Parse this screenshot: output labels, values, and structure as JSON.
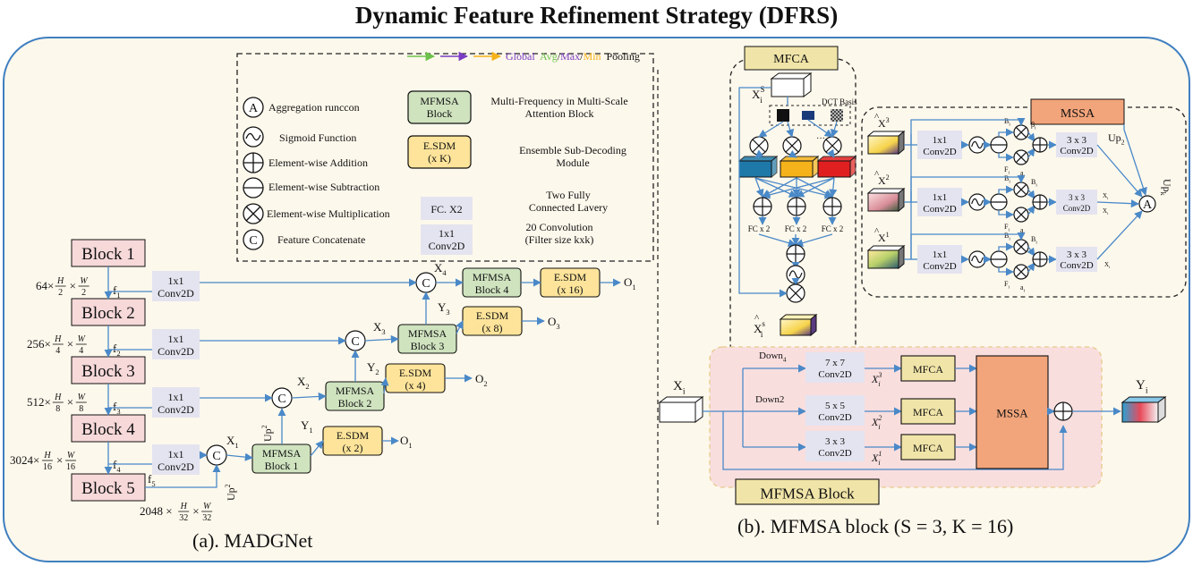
{
  "title": "Dynamic Feature Refinement Strategy (DFRS)",
  "captions": {
    "left": "(a). MADGNet",
    "right": "(b). MFMSA block (S = 3, K = 16)"
  },
  "legend": {
    "pooling": {
      "prefix": "Global",
      "avg": "Avg",
      "max": "Max",
      "min": "Min",
      "suffix": "Pooling",
      "sep": "/"
    },
    "symbols": [
      {
        "glyph": "A",
        "label": "Aggregation runccon"
      },
      {
        "glyph": "~",
        "label": "Sigmoid Function"
      },
      {
        "glyph": "+",
        "label": "Element-wise Addition"
      },
      {
        "glyph": "-",
        "label": "Element-wise Subtraction"
      },
      {
        "glyph": "x",
        "label": "Element-wise Multiplication"
      },
      {
        "glyph": "C",
        "label": "Feature Concatenate"
      }
    ],
    "boxes": [
      {
        "l1": "MFMSA",
        "l2": "Block",
        "d1": "Multi-Frequency in Multi-Scale",
        "d2": "Attention Block"
      },
      {
        "l1": "E.SDM",
        "l2": "(x K)",
        "d1": "Ensemble Sub-Decoding",
        "d2": "Module"
      },
      {
        "l1": "FC. X2",
        "l2": "",
        "d1": "Two Fully",
        "d2": "Connected Lavery"
      },
      {
        "l1": "1x1",
        "l2": "Conv2D",
        "d1": "20 Convolution",
        "d2": "(Filter size kxk)"
      }
    ]
  },
  "madgnet": {
    "blocks": [
      "Block 1",
      "Block 2",
      "Block 3",
      "Block 4",
      "Block 5"
    ],
    "dims": [
      {
        "c": "64×",
        "hn": "H",
        "hd": "2",
        "mid": "×",
        "wn": "W",
        "wd": "2"
      },
      {
        "c": "256×",
        "hn": "H",
        "hd": "4",
        "mid": "×",
        "wn": "W",
        "wd": "4"
      },
      {
        "c": "512×",
        "hn": "H",
        "hd": "8",
        "mid": "×",
        "wn": "W",
        "wd": "8"
      },
      {
        "c": "3024×",
        "hn": "H",
        "hd": "16",
        "mid": "×",
        "wn": "W",
        "wd": "16"
      },
      {
        "c": "2048 ×",
        "hn": "H",
        "hd": "32",
        "mid": "×",
        "wn": "W",
        "wd": "32"
      }
    ],
    "conv": {
      "l1": "1x1",
      "l2": "Conv2D"
    },
    "f": [
      "f",
      "1",
      "2",
      "3",
      "4",
      "5"
    ],
    "mfmsa": {
      "name": "MFMSA",
      "blocks": [
        "Block 1",
        "Block 2",
        "Block 3",
        "Block 4"
      ]
    },
    "esdm": {
      "name": "E.SDM",
      "mults": [
        "(x 16)",
        "(x 8)",
        "(x 4)",
        "(x 2)"
      ]
    },
    "x_labels": [
      "X",
      "1",
      "2",
      "3",
      "4"
    ],
    "y_labels": [
      "Y",
      "1",
      "2",
      "3"
    ],
    "outputs": [
      "O",
      "1",
      "2",
      "3",
      "1"
    ],
    "up": "Up",
    "up_exp": "2",
    "concat": "C"
  },
  "mfca": {
    "title": "MFCA",
    "dct": "DCT Basis",
    "fc": "FC x 2",
    "dots": "···",
    "xs": "X",
    "sup": "S",
    "sub": "i"
  },
  "mssa": {
    "title": "MSSA",
    "conv1": {
      "l1": "1x1",
      "l2": "Conv2D"
    },
    "conv3": "3 x 3",
    "conv3b": "Conv2D",
    "up2": "Up",
    "up2sub": "2",
    "upk": "Up",
    "upksub": "k",
    "agg": "A",
    "rows": [
      "3",
      "2",
      "1"
    ],
    "xi": "X",
    "b": "B",
    "beta": "β",
    "f": "F",
    "a": "a",
    "xsmall": "X"
  },
  "mfmsa_block": {
    "name": "MFMSA Block",
    "input": "X",
    "input_sub": "i",
    "output": "Y",
    "output_sub": "i",
    "down4": "Down",
    "down4sub": "4",
    "down2": "Down2",
    "convs": [
      {
        "l1": "7 x 7",
        "l2": "Conv2D",
        "x": "X",
        "sup": "3",
        "sub": "i"
      },
      {
        "l1": "5 x 5",
        "l2": "Conv2D",
        "x": "X",
        "sup": "2",
        "sub": "i"
      },
      {
        "l1": "3 x 3",
        "l2": "Conv2D",
        "x": "X",
        "sup": "1",
        "sub": "i"
      }
    ],
    "mfca": "MFCA",
    "mssa": "MSSA"
  },
  "colors": {
    "blue": "#4a89c8",
    "panel": "#fdf8ec",
    "pink": "#f7d9da",
    "green": "#cfe3bf",
    "yellow": "#fde49a",
    "lavender": "#e4e4f0",
    "orange": "#f2a47a",
    "khaki": "#f0e4a8"
  }
}
